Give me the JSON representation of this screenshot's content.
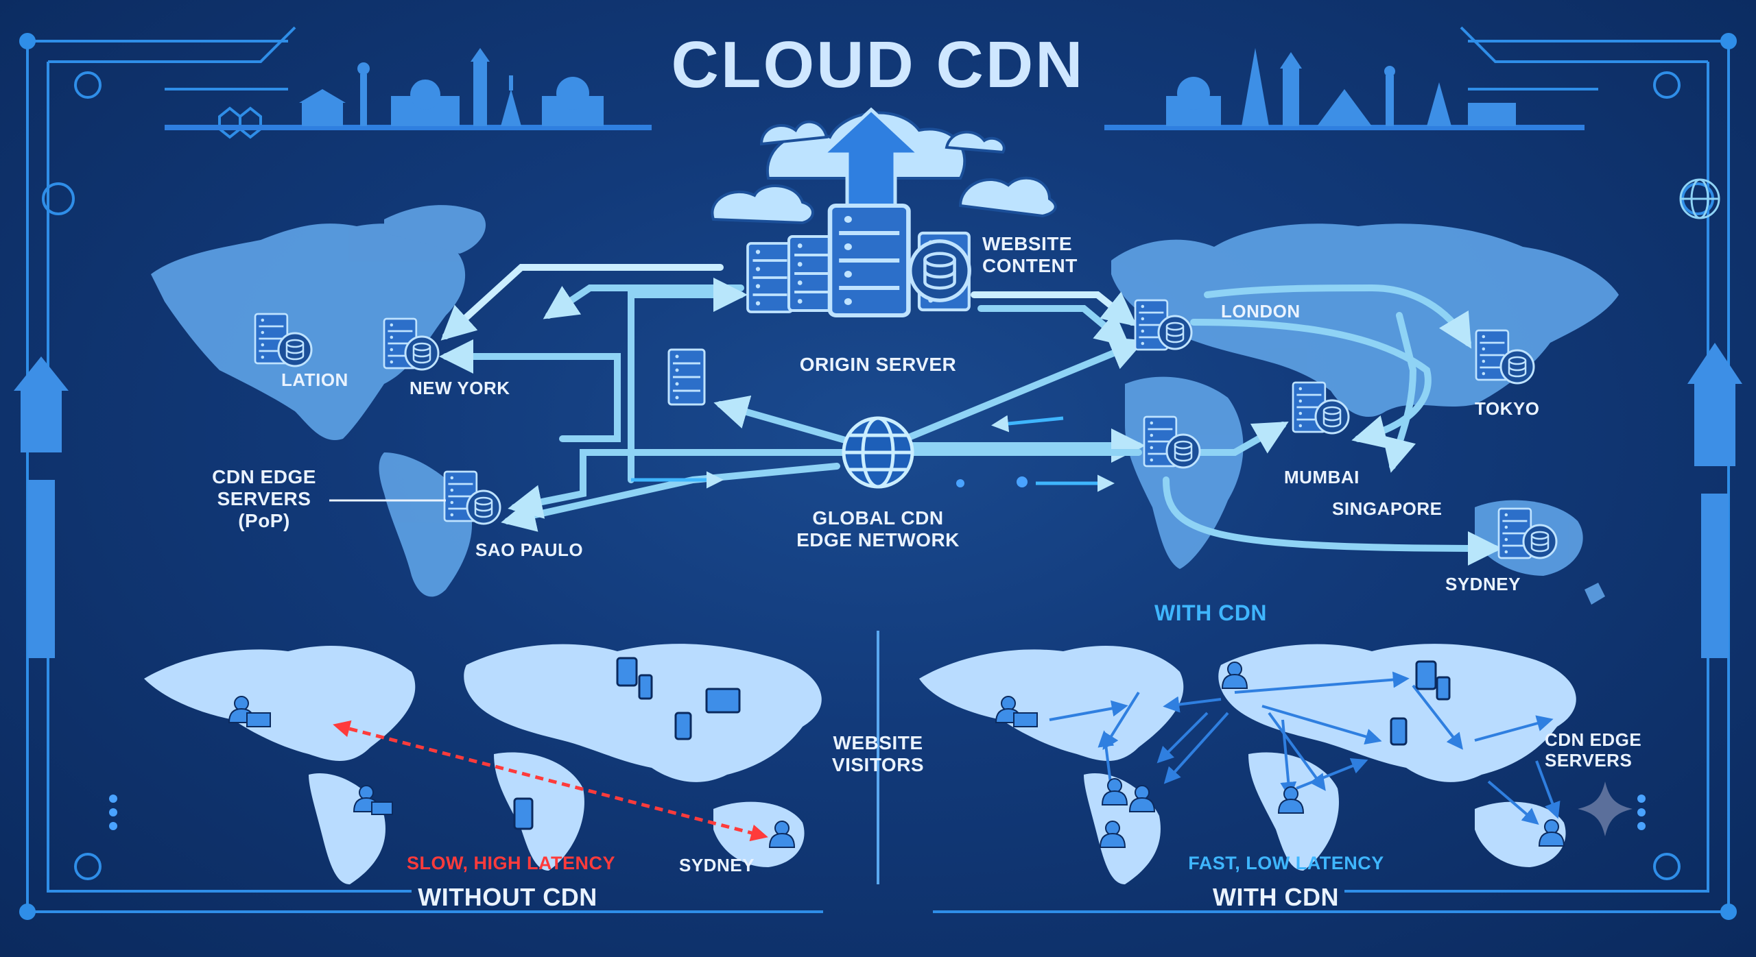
{
  "title": "CLOUD CDN",
  "colors": {
    "background": "#0b2a5e",
    "land": "#5b9de0",
    "land_light": "#b9dcff",
    "arrow": "#8fd3f5",
    "accent_red": "#ff3b3b",
    "accent_cyan": "#3fb6ff"
  },
  "labels": {
    "website_content": "WEBSITE\nCONTENT",
    "origin_server": "ORIGIN SERVER",
    "global_cdn": "GLOBAL CDN\nEDGE NETWORK",
    "cdn_edge_servers_pop": "CDN EDGE\nSERVERS\n(PoP)",
    "website_visitors": "WEBSITE\nVISITORS",
    "cdn_edge_servers": "CDN EDGE\nSERVERS",
    "with_cdn_top": "WITH CDN"
  },
  "locations": {
    "la": "LATION",
    "new_york": "NEW YORK",
    "sao_paulo": "SAO PAULO",
    "london": "LONDON",
    "tokyo": "TOKYO",
    "mumbai": "MUMBAI",
    "singapore": "SINGAPORE",
    "sydney": "SYDNEY",
    "sydney_bottom": "SYDNEY"
  },
  "panels": {
    "without": {
      "caption": "SLOW, HIGH LATENCY",
      "title": "WITHOUT CDN"
    },
    "with": {
      "caption": "FAST, LOW LATENCY",
      "title": "WITH CDN"
    }
  },
  "icons": [
    "server-rack-icon",
    "database-icon",
    "globe-icon",
    "cloud-icon",
    "user-laptop-icon",
    "user-icon",
    "phone-icon",
    "tablet-icon",
    "monitor-icon",
    "landmark-skyline-icon",
    "circuit-trace-icon",
    "sparkle-icon"
  ]
}
